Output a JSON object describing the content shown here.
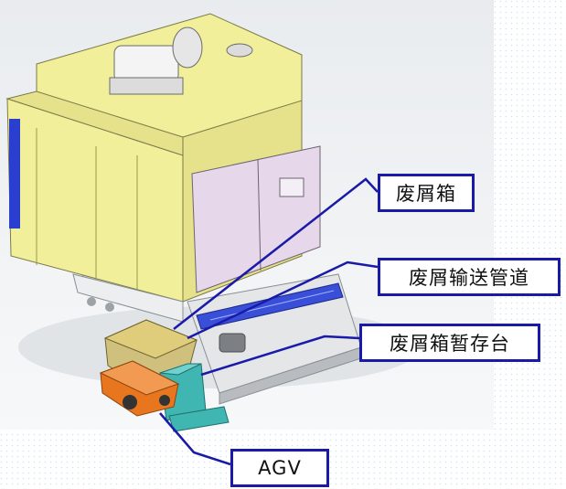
{
  "callouts": {
    "scrap_box": "废屑箱",
    "scrap_conveyor_pipe": "废屑输送管道",
    "scrap_box_buffer_stand": "废屑箱暂存台",
    "agv": "AGV"
  },
  "colors": {
    "machine_body": "#f2ef9a",
    "machine_shade": "#d8d57a",
    "cabinet": "#e6d8ea",
    "bin": "#c9b45a",
    "agv_body": "#e8761e",
    "stand": "#3fb6b2",
    "conveyor": "#3a4fd8",
    "callout_border": "#1a1aa8",
    "leader_line": "#1a1aa8"
  }
}
